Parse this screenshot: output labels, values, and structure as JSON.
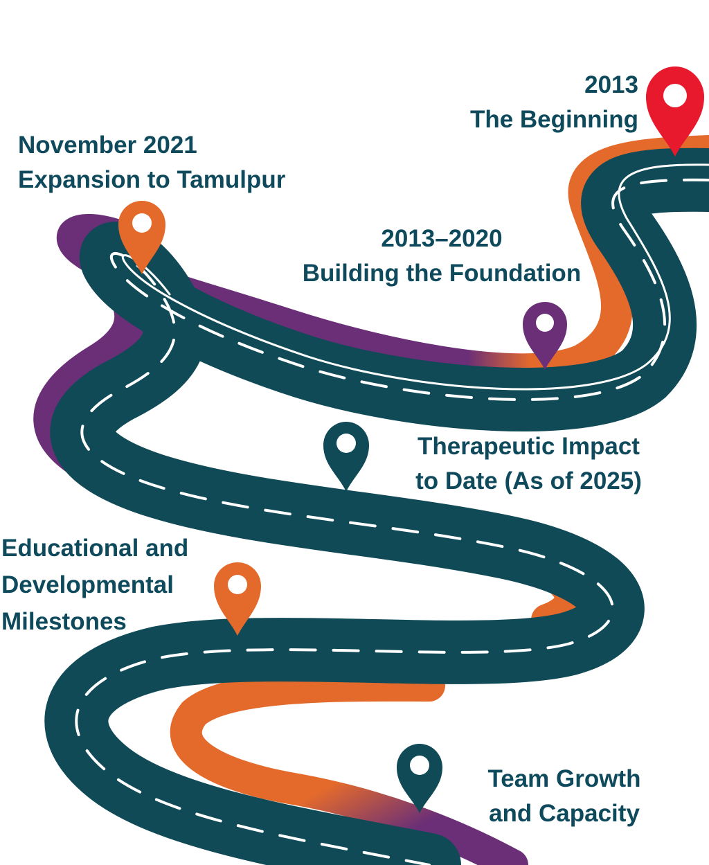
{
  "colors": {
    "road": "#0f4a56",
    "lane": "#ffffff",
    "orange": "#e46a2c",
    "purple": "#6a2f77",
    "red": "#e8192c",
    "teal_pin": "#0f4a56",
    "text": "#0e4a5c"
  },
  "milestones": [
    {
      "line1": "2013",
      "line2": "The Beginning",
      "pin_color": "red"
    },
    {
      "line1": "November 2021",
      "line2": "Expansion to Tamulpur",
      "pin_color": "orange"
    },
    {
      "line1": "2013–2020",
      "line2": "Building the Foundation",
      "pin_color": "purple"
    },
    {
      "line1": "Therapeutic Impact",
      "line2": "to Date (As of 2025)",
      "pin_color": "teal"
    },
    {
      "line1": "Educational and",
      "line2": "Developmental",
      "line3": "Milestones",
      "pin_color": "orange"
    },
    {
      "line1": "Team Growth",
      "line2": "and Capacity",
      "pin_color": "teal"
    }
  ]
}
